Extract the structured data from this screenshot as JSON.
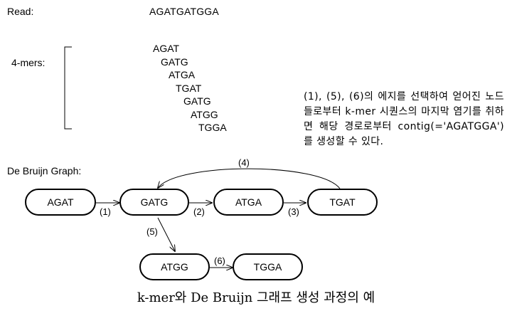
{
  "read": {
    "label": "Read:",
    "sequence": "AGATGATGGA"
  },
  "kmers": {
    "label": "4-mers:",
    "items": [
      "AGAT",
      "GATG",
      "ATGA",
      "TGAT",
      "GATG",
      "ATGG",
      "TGGA"
    ]
  },
  "description": "(1), (5), (6)의 에지를 선택하여 얻어진 노드들로부터 k-mer 시퀀스의 마지막 염기를 취하면 해당 경로로부터 contig(='AGATGGA')를 생성할 수 있다.",
  "graph": {
    "label": "De Bruijn Graph:",
    "nodes": {
      "n1": "AGAT",
      "n2": "GATG",
      "n3": "ATGA",
      "n4": "TGAT",
      "n5": "ATGG",
      "n6": "TGGA"
    },
    "edges": {
      "e1": "(1)",
      "e2": "(2)",
      "e3": "(3)",
      "e4": "(4)",
      "e5": "(5)",
      "e6": "(6)"
    }
  },
  "caption": "k-mer와 De Bruijn 그래프 생성 과정의 예"
}
